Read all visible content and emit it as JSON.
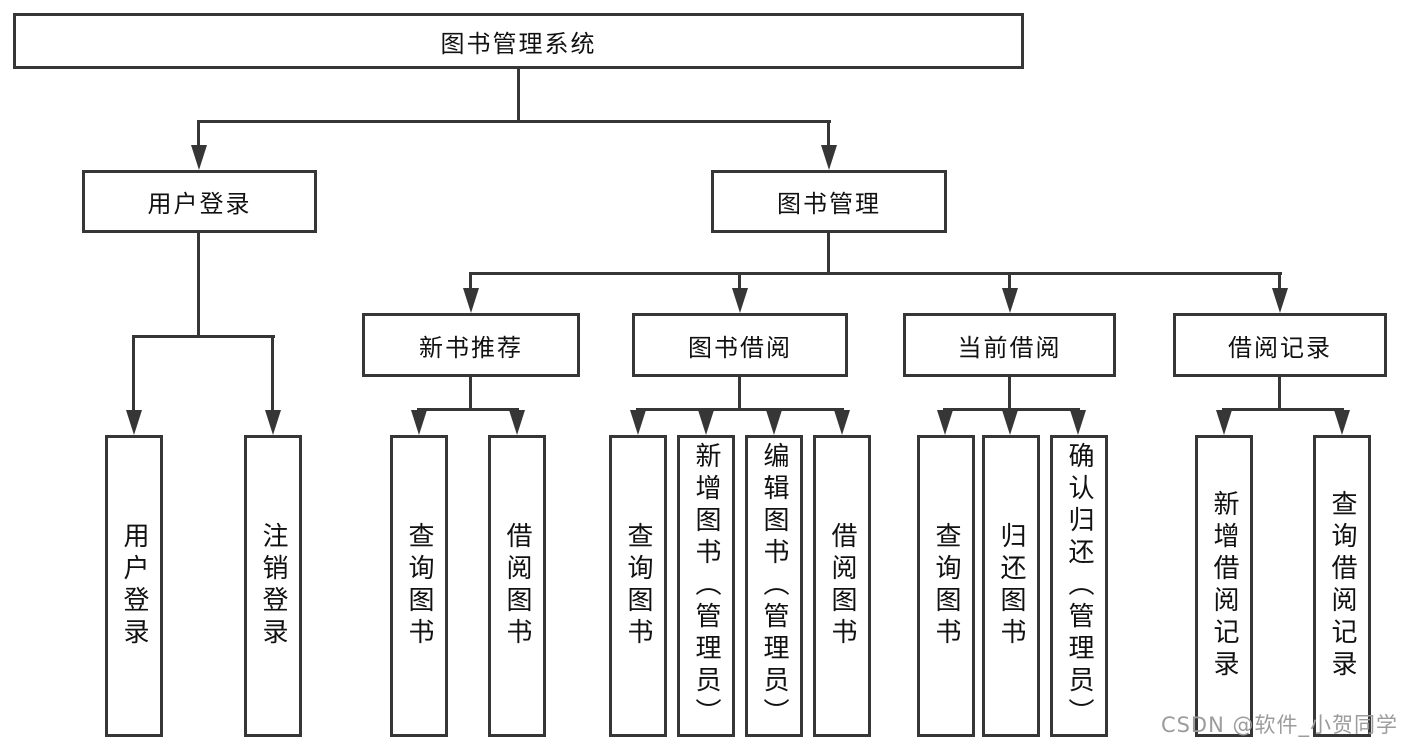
{
  "diagram": {
    "title": {
      "label": "图书管理系统"
    },
    "level2": [
      {
        "label": "用户登录"
      },
      {
        "label": "图书管理"
      }
    ],
    "level3": [
      {
        "label": "新书推荐"
      },
      {
        "label": "图书借阅"
      },
      {
        "label": "当前借阅"
      },
      {
        "label": "借阅记录"
      }
    ],
    "leaves": {
      "user_login": [
        {
          "label": "用户登录"
        },
        {
          "label": "注销登录"
        }
      ],
      "new_books": [
        {
          "label": "查询图书"
        },
        {
          "label": "借阅图书"
        }
      ],
      "book_borrow": [
        {
          "label": "查询图书"
        },
        {
          "label": "新增图书（管理员）"
        },
        {
          "label": "编辑图书（管理员）"
        },
        {
          "label": "借阅图书"
        }
      ],
      "current_borrow": [
        {
          "label": "查询图书"
        },
        {
          "label": "归还图书"
        },
        {
          "label": "确认归还（管理员）"
        }
      ],
      "borrow_records": [
        {
          "label": "新增借阅记录"
        },
        {
          "label": "查询借阅记录"
        }
      ]
    }
  },
  "watermark": {
    "text": "CSDN @软件_小贺同学"
  },
  "colors": {
    "line": "#363636",
    "text": "#111111",
    "watermark": "#9c9c9c",
    "background": "#ffffff"
  }
}
